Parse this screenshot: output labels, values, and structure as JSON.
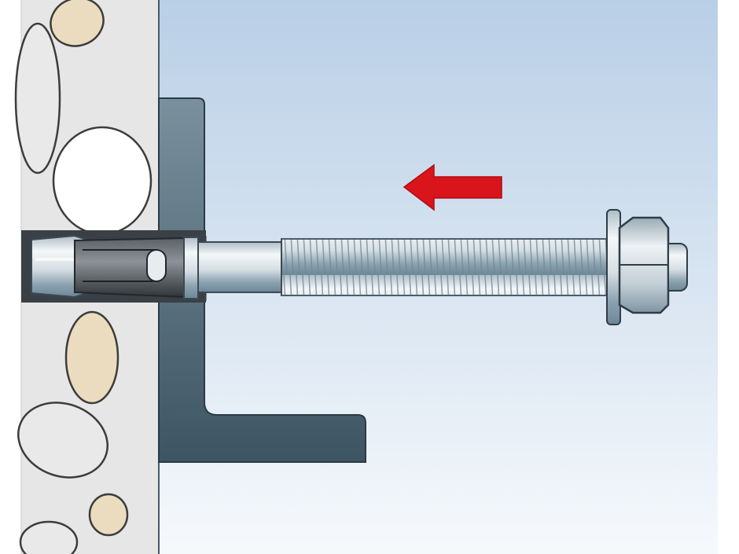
{
  "diagram": {
    "direction_arrow": {
      "points": "left",
      "color": "#d9141b"
    },
    "colors": {
      "sky_top": "#b9cfe6",
      "sky_bottom": "#f4f8fc",
      "concrete": "#e6e6e6",
      "aggregate_beige": "#ecdcbf",
      "aggregate_light": "#e9e9e9",
      "bracket_top": "#6f8694",
      "bracket_bottom": "#3e5563",
      "bolt_steel": "#cdd6dc",
      "bolt_shadow": "#7d96a4",
      "sleeve_dark": "#3f4448"
    },
    "components": [
      {
        "name": "concrete-wall",
        "icon": "concrete-wall-icon"
      },
      {
        "name": "mounting-bracket",
        "icon": "angle-bracket-icon"
      },
      {
        "name": "expansion-sleeve",
        "icon": "expansion-clip-icon"
      },
      {
        "name": "anchor-bolt",
        "icon": "threaded-rod-icon"
      },
      {
        "name": "hex-nut",
        "icon": "hex-nut-icon"
      },
      {
        "name": "washer",
        "icon": "washer-icon"
      }
    ]
  }
}
